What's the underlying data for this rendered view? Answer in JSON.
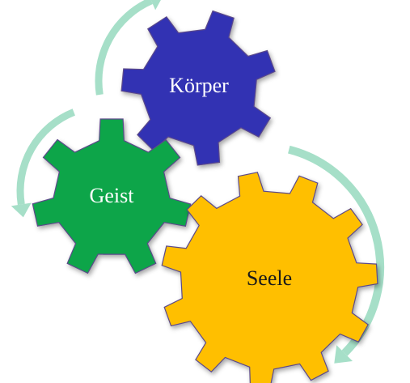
{
  "diagram": {
    "gears": [
      {
        "id": "koerper",
        "label": "Körper",
        "fill": "#3333b3",
        "text_color": "#ffffff"
      },
      {
        "id": "geist",
        "label": "Geist",
        "fill": "#10a54a",
        "text_color": "#ffffff"
      },
      {
        "id": "seele",
        "label": "Seele",
        "fill": "#ffbf00",
        "text_color": "#1a1a1a"
      }
    ],
    "arrow_color": "#a6dfc8",
    "outline_color": "#5b4a8a"
  }
}
